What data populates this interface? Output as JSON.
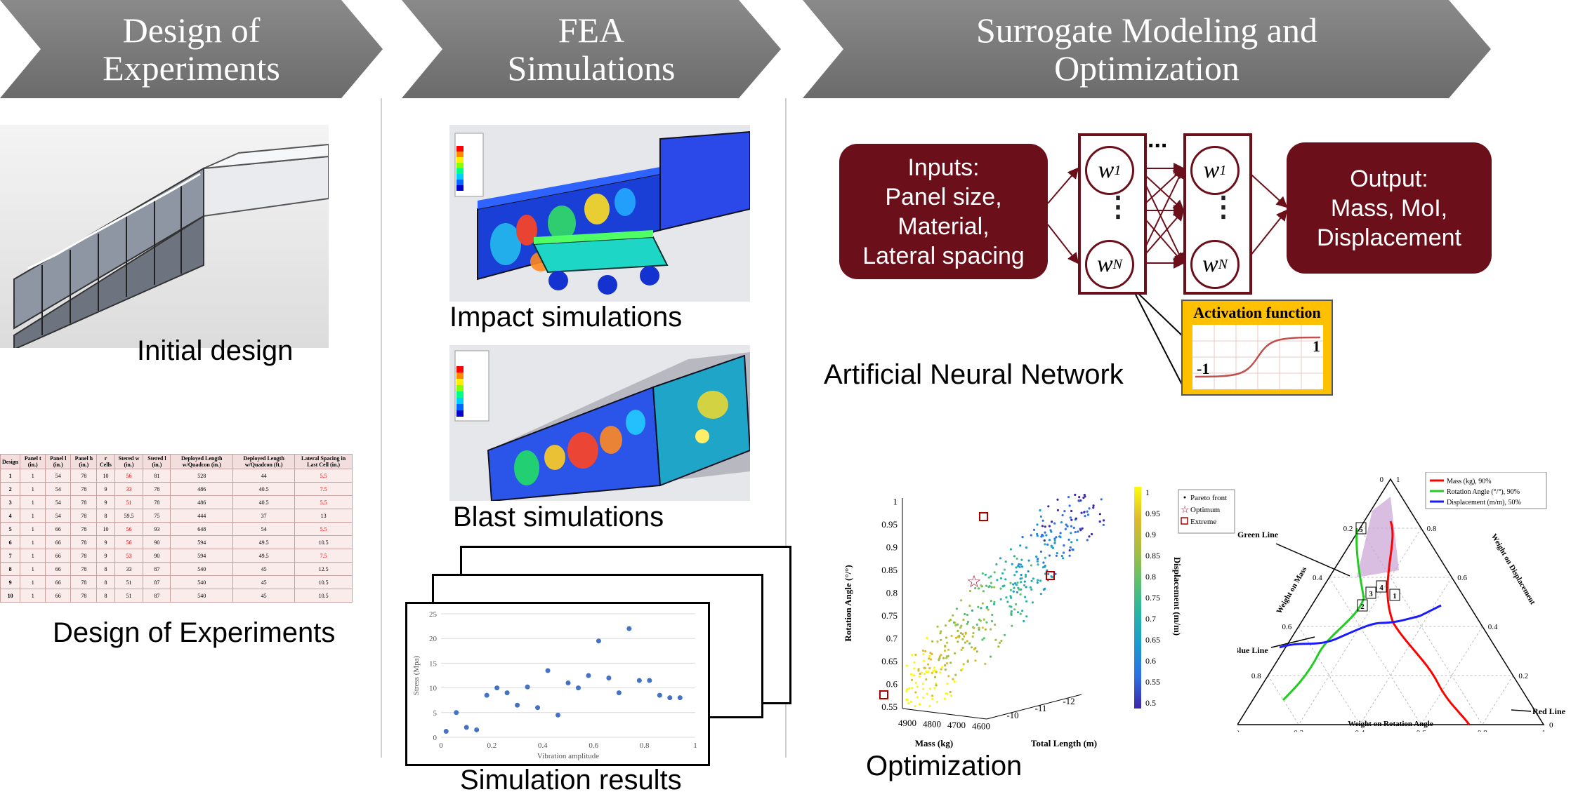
{
  "stages": [
    {
      "title": "Design of\nExperiments"
    },
    {
      "title": "FEA\nSimulations"
    },
    {
      "title": "Surrogate Modeling and\nOptimization"
    }
  ],
  "labels": {
    "initial_design": "Initial design",
    "doe": "Design of Experiments",
    "impact": "Impact simulations",
    "blast": "Blast simulations",
    "sim_results": "Simulation results",
    "ann": "Artificial Neural Network",
    "optimization": "Optimization"
  },
  "ann": {
    "inputs": "Inputs:\nPanel size,\nMaterial,\nLateral spacing",
    "output": "Output:\nMass, MoI,\nDisplacement",
    "w1": "w",
    "w1_sub": "1",
    "wN": "w",
    "wN_sub": "N",
    "ellipsis": "...",
    "activation_title": "Activation function",
    "act_max": "1",
    "act_min": "-1"
  },
  "doe_table": {
    "headers": [
      "Design",
      "Panel t (in.)",
      "Panel l (in.)",
      "Panel h (in.)",
      "r Cells",
      "Stered w (in.)",
      "Stered l (in.)",
      "Deployed Length w/Quadcon (in.)",
      "Deployed Length w/Quadcon (ft.)",
      "Lateral Spacing in Last Cell (in.)"
    ],
    "rows": [
      [
        "1",
        "1",
        "54",
        "78",
        "10",
        "56",
        "81",
        "528",
        "44",
        "5.5"
      ],
      [
        "2",
        "1",
        "54",
        "78",
        "9",
        "33",
        "78",
        "486",
        "40.5",
        "7.5"
      ],
      [
        "3",
        "1",
        "54",
        "78",
        "9",
        "51",
        "78",
        "486",
        "40.5",
        "5.5"
      ],
      [
        "4",
        "1",
        "54",
        "78",
        "8",
        "59.5",
        "75",
        "444",
        "37",
        "13"
      ],
      [
        "5",
        "1",
        "66",
        "78",
        "10",
        "56",
        "93",
        "648",
        "54",
        "5.5"
      ],
      [
        "6",
        "1",
        "66",
        "78",
        "9",
        "56",
        "90",
        "594",
        "49.5",
        "10.5"
      ],
      [
        "7",
        "1",
        "66",
        "78",
        "9",
        "53",
        "90",
        "594",
        "49.5",
        "7.5"
      ],
      [
        "8",
        "1",
        "66",
        "78",
        "8",
        "33",
        "87",
        "540",
        "45",
        "12.5"
      ],
      [
        "9",
        "1",
        "66",
        "78",
        "8",
        "51",
        "87",
        "540",
        "45",
        "10.5"
      ],
      [
        "10",
        "1",
        "66",
        "78",
        "8",
        "51",
        "87",
        "540",
        "45",
        "10.5"
      ]
    ]
  },
  "chart_data": [
    {
      "type": "scatter",
      "title": "",
      "xlabel": "Vibration amplitude",
      "ylabel": "Stress (Mpa)",
      "xlim": [
        0,
        1
      ],
      "ylim": [
        0,
        25
      ],
      "xticks": [
        "0",
        "0.2",
        "0.4",
        "0.6",
        "0.8",
        "1"
      ],
      "yticks": [
        "0",
        "5",
        "10",
        "15",
        "20",
        "25"
      ],
      "x": [
        0.02,
        0.06,
        0.1,
        0.14,
        0.18,
        0.22,
        0.26,
        0.3,
        0.34,
        0.38,
        0.42,
        0.46,
        0.5,
        0.54,
        0.58,
        0.62,
        0.66,
        0.7,
        0.74,
        0.78,
        0.82,
        0.86,
        0.9,
        0.94
      ],
      "y": [
        1.2,
        5,
        2,
        1.5,
        8.5,
        10,
        9,
        6.5,
        10.2,
        6,
        13.5,
        4.5,
        11,
        10,
        12.5,
        19.5,
        12,
        9,
        22,
        11.5,
        11.5,
        8.5,
        8,
        8
      ],
      "color": "#4472c4"
    },
    {
      "type": "scatter",
      "title": "",
      "xlabel": "Mass (kg)",
      "ylabel": "Rotation Angle (°/°)",
      "zlabel": "Total Length (m)",
      "colorbar_label": "Displacement (m/m)",
      "yticks": [
        "0.55",
        "0.6",
        "0.65",
        "0.7",
        "0.75",
        "0.8",
        "0.85",
        "0.9",
        "0.95",
        "1"
      ],
      "xticks": [
        "4900",
        "4800",
        "4700",
        "4600"
      ],
      "zticks": [
        "-10",
        "-11",
        "-12"
      ],
      "colorbar_ticks": [
        "0.5",
        "0.55",
        "0.6",
        "0.65",
        "0.7",
        "0.75",
        "0.8",
        "0.85",
        "0.9",
        "0.95",
        "1"
      ],
      "legend": [
        "Pareto front",
        "Optimum",
        "Extreme"
      ]
    },
    {
      "type": "ternary",
      "axes": [
        "Weight on Mass",
        "Weight on Displacement",
        "Weight on Rotation Angle"
      ],
      "ticks": [
        "0",
        "0.2",
        "0.4",
        "0.6",
        "0.8",
        "1"
      ],
      "legend": [
        {
          "name": "Mass (kg), 90%",
          "color": "#ff0000"
        },
        {
          "name": "Rotation Angle (°/°), 90%",
          "color": "#22cc22"
        },
        {
          "name": "Displacement (m/m), 50%",
          "color": "#1a1aff"
        }
      ],
      "annotations": [
        "Green Line",
        "Blue Line",
        "Red Line"
      ],
      "region_labels": [
        "5",
        "3",
        "4",
        "2",
        "1"
      ]
    }
  ]
}
